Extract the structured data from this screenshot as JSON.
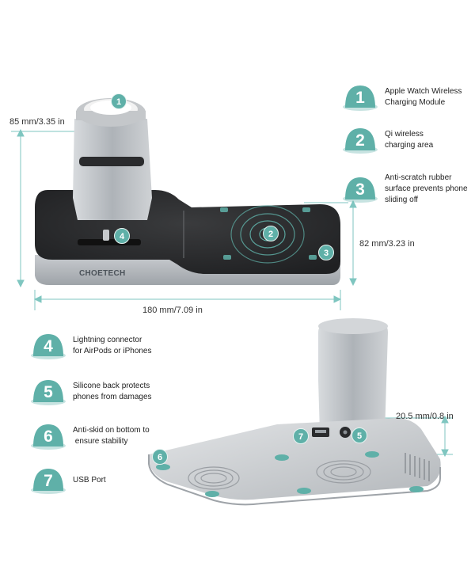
{
  "colors": {
    "accent": "#5fb0a8",
    "dimension_line": "#7fc6c0",
    "pad": "#2b2c2e",
    "silver": "#b8bcc0"
  },
  "dimensions": {
    "height": "85 mm/3.35 in",
    "depth": "82 mm/3.23 in",
    "width": "180 mm/7.09 in",
    "thickness": "20.5 mm/0.8 in"
  },
  "brand": {
    "logo_text": "CHOETECH"
  },
  "top_features": [
    {
      "number": "1",
      "line1": "Apple Watch Wireless",
      "line2": "Charging Module",
      "line3": ""
    },
    {
      "number": "2",
      "line1": "Qi wireless",
      "line2": "charging area",
      "line3": ""
    },
    {
      "number": "3",
      "line1": "Anti-scratch rubber",
      "line2": "surface prevents phone",
      "line3": "sliding off"
    }
  ],
  "bottom_features": [
    {
      "number": "4",
      "line1": "Lightning connector",
      "line2": "for AirPods or iPhones"
    },
    {
      "number": "5",
      "line1": "Silicone back protects",
      "line2": "phones from damages"
    },
    {
      "number": "6",
      "line1": "Anti-skid on bottom to",
      "line2": " ensure stability"
    },
    {
      "number": "7",
      "line1": "USB Port",
      "line2": ""
    }
  ],
  "markers": {
    "m1": "1",
    "m2": "2",
    "m3": "3",
    "m4": "4",
    "m5": "5",
    "m6": "6",
    "m7": "7"
  },
  "icons": {
    "badge": "number-badge-icon",
    "watch_puck": "watch-charger-icon",
    "coil": "charging-coil-icon",
    "vent": "fan-vent-icon"
  }
}
